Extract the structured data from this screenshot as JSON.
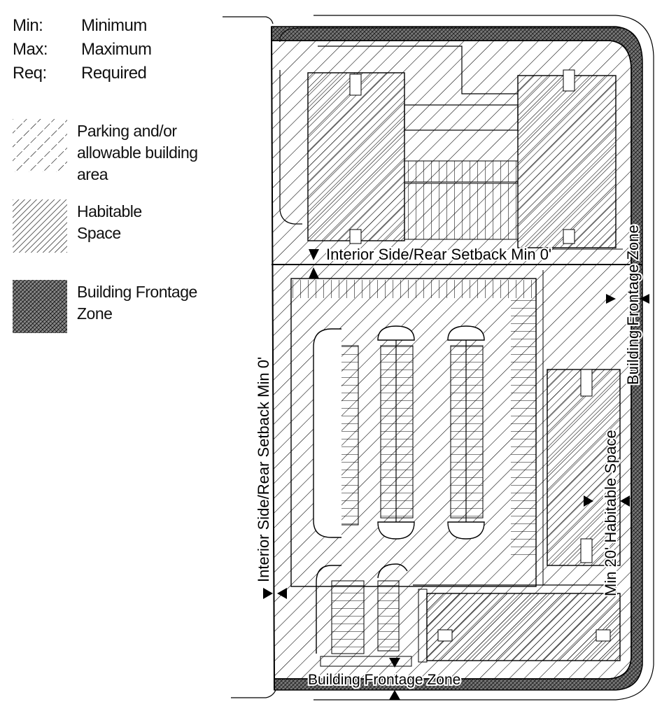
{
  "legend": {
    "abbreviations": [
      {
        "term": "Min:",
        "definition": "Minimum"
      },
      {
        "term": "Max:",
        "definition": "Maximum"
      },
      {
        "term": "Req:",
        "definition": "Required"
      }
    ],
    "swatches": [
      {
        "label": "Parking and/or\nallowable building\narea"
      },
      {
        "label": "Habitable\nSpace"
      },
      {
        "label": "Building Frontage\nZone"
      }
    ]
  },
  "plan": {
    "labels": {
      "interior_setback_top": "Interior Side/Rear Setback Min 0'",
      "interior_setback_left": "Interior Side/Rear Setback Min 0'",
      "frontage_right": "Building Frontage Zone",
      "frontage_bottom": "Building Frontage Zone",
      "habitable_min": "Min 20' Habitable Space"
    }
  }
}
